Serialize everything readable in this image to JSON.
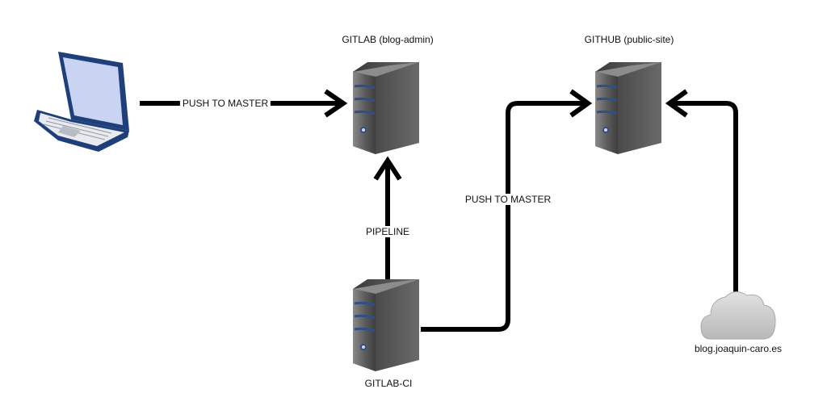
{
  "nodes": {
    "gitlab": {
      "label": "GITLAB (blog-admin)",
      "icon": "server-icon"
    },
    "github": {
      "label": "GITHUB (public-site)",
      "icon": "server-icon"
    },
    "gitlab_ci": {
      "label": "GITLAB-CI",
      "icon": "server-icon"
    },
    "laptop": {
      "label": "",
      "icon": "laptop-icon"
    },
    "blog": {
      "label": "blog.joaquin-caro.es",
      "icon": "cloud-icon"
    }
  },
  "edges": {
    "laptop_to_gitlab": {
      "label": "PUSH TO MASTER"
    },
    "ci_to_gitlab": {
      "label": "PIPELINE"
    },
    "ci_to_github": {
      "label": "PUSH TO MASTER"
    },
    "blog_to_github": {
      "label": ""
    }
  },
  "colors": {
    "line": "#000000",
    "server_body": "#5a5a5a",
    "server_stripe": "#2f4f86",
    "laptop_frame": "#1f3f7a",
    "laptop_screen": "#c9d3f2",
    "cloud": "#cfcfcf"
  }
}
